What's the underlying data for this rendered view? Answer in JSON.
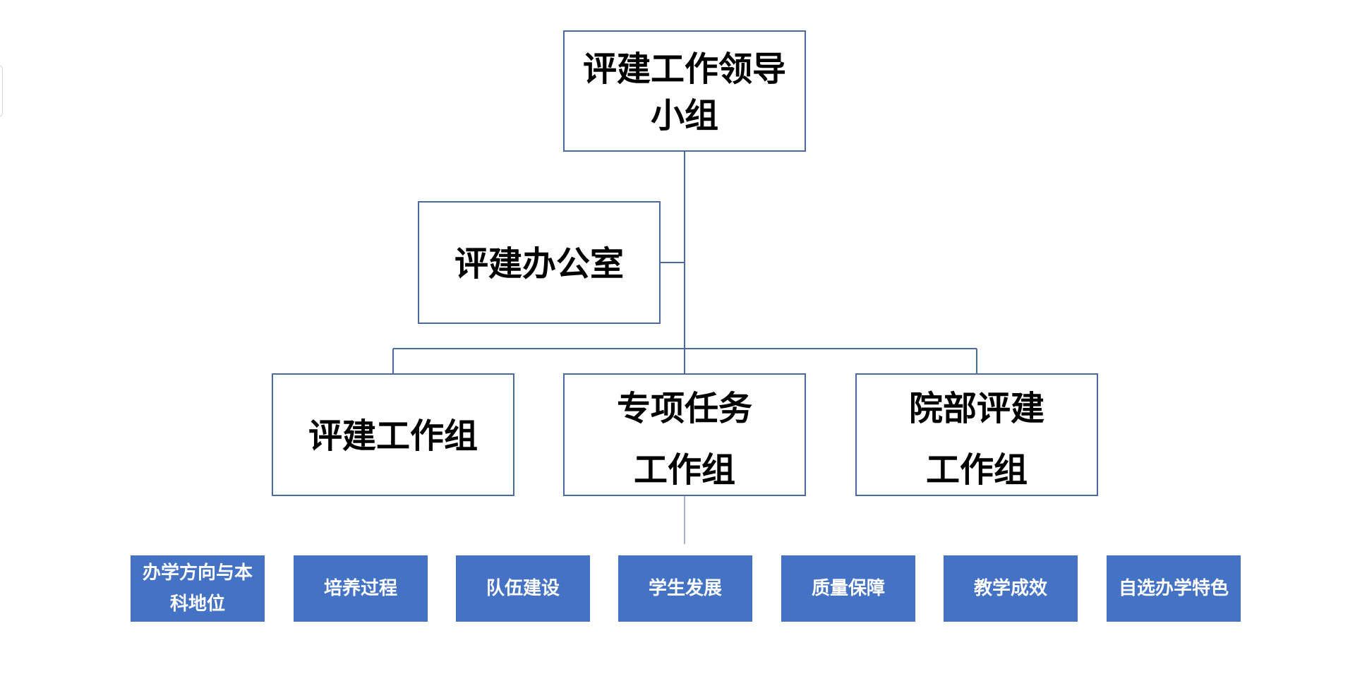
{
  "org_chart": {
    "leader": {
      "line1": "评建工作领导",
      "line2": "小组"
    },
    "office": {
      "label": "评建办公室"
    },
    "groups": {
      "work": {
        "label": "评建工作组"
      },
      "special": {
        "line1": "专项任务",
        "line2": "工作组"
      },
      "dept": {
        "line1": "院部评建",
        "line2": "工作组"
      }
    },
    "tasks": [
      {
        "line1": "办学方向与本",
        "line2": "科地位"
      },
      {
        "label": "培养过程"
      },
      {
        "label": "队伍建设"
      },
      {
        "label": "学生发展"
      },
      {
        "label": "质量保障"
      },
      {
        "label": "教学成效"
      },
      {
        "label": "自选办学特色"
      }
    ]
  },
  "colors": {
    "box_border": "#4a6aa1",
    "connector": "#4a6aa1",
    "task_fill": "#4472c4",
    "task_text": "#ffffff"
  }
}
